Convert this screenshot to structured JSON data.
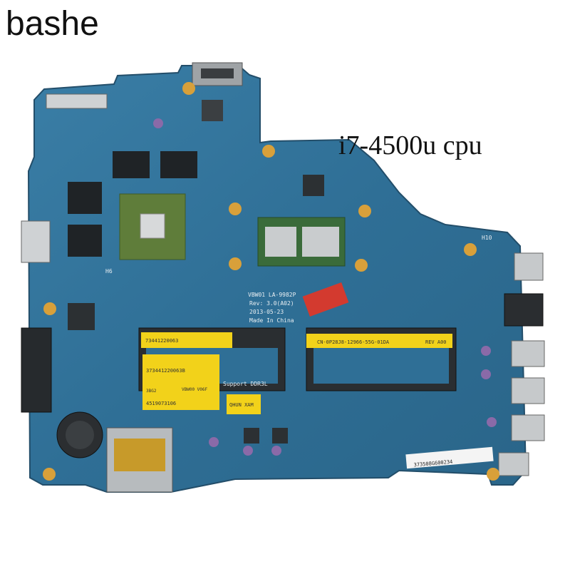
{
  "overlay": {
    "brand": "bashe",
    "cpu_label": "i7-4500u cpu"
  },
  "board": {
    "model": "VBW01 LA-9982P",
    "revision": "Rev: 3.0(A02)",
    "date": "2013-05-23",
    "origin": "Made In China",
    "ram_type": "Support DDR3L",
    "sticker_top_left": "73441220063",
    "sticker_mid_left": "373441220063B",
    "sticker_part": "VBW00 V06F",
    "sticker_small": "3BG2",
    "sticker_bottom_left": "4519073106",
    "sticker_yellow_small": "QHUN XAM",
    "sticker_right": "CN-0P28J8-12966-55G-01DA",
    "sticker_rev": "REV A00",
    "serial_label": "373508G600234",
    "hole_label_h10": "H10",
    "hole_label_h6": "H6"
  },
  "colors": {
    "pcb": "#2f6f96",
    "pcb_dark": "#1f4f70",
    "chip": "#222628",
    "sticker_yellow": "#f2d21a",
    "gold": "#c79a2a",
    "silver": "#b9bdc0"
  }
}
